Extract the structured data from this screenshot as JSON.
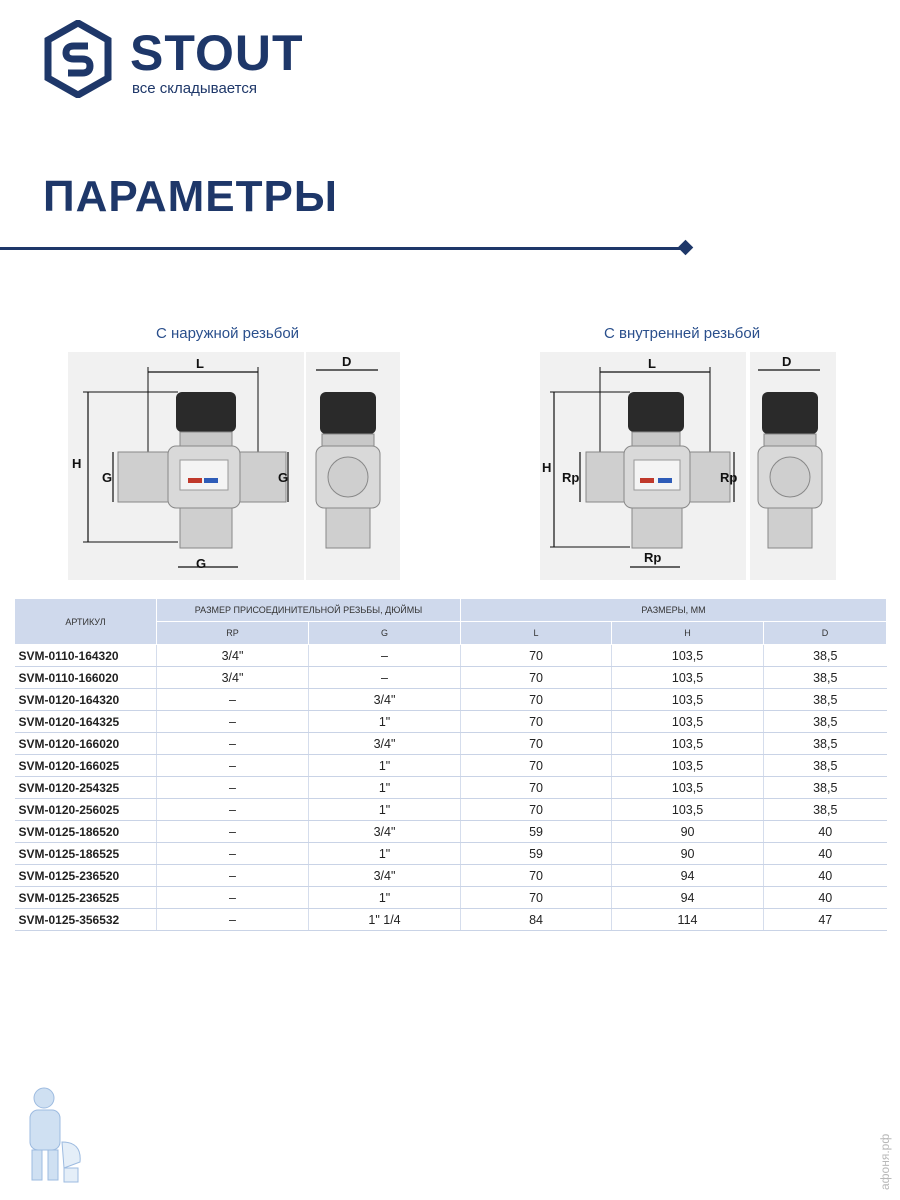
{
  "brand": {
    "name": "STOUT",
    "tagline": "все складывается",
    "color": "#1e3769"
  },
  "page_title": "ПАРАМЕТРЫ",
  "figures": {
    "left_caption": "С наружной резьбой",
    "right_caption": "С внутренней резьбой",
    "dim_labels": {
      "L": "L",
      "D": "D",
      "H": "H",
      "G": "G",
      "Rp": "Rp"
    }
  },
  "table": {
    "header": {
      "article": "АРТИКУЛ",
      "thread_group": "РАЗМЕР ПРИСОЕДИНИТЕЛЬНОЙ РЕЗЬБЫ, ДЮЙМЫ",
      "dims_group": "РАЗМЕРЫ, ММ",
      "rp": "Rp",
      "g": "G",
      "l": "L",
      "h": "H",
      "d": "D"
    },
    "rows": [
      {
        "article": "SVM-0110-164320",
        "rp": "3/4\"",
        "g": "–",
        "l": "70",
        "h": "103,5",
        "d": "38,5"
      },
      {
        "article": "SVM-0110-166020",
        "rp": "3/4\"",
        "g": "–",
        "l": "70",
        "h": "103,5",
        "d": "38,5"
      },
      {
        "article": "SVM-0120-164320",
        "rp": "–",
        "g": "3/4\"",
        "l": "70",
        "h": "103,5",
        "d": "38,5"
      },
      {
        "article": "SVM-0120-164325",
        "rp": "–",
        "g": "1\"",
        "l": "70",
        "h": "103,5",
        "d": "38,5"
      },
      {
        "article": "SVM-0120-166020",
        "rp": "–",
        "g": "3/4\"",
        "l": "70",
        "h": "103,5",
        "d": "38,5"
      },
      {
        "article": "SVM-0120-166025",
        "rp": "–",
        "g": "1\"",
        "l": "70",
        "h": "103,5",
        "d": "38,5"
      },
      {
        "article": "SVM-0120-254325",
        "rp": "–",
        "g": "1\"",
        "l": "70",
        "h": "103,5",
        "d": "38,5"
      },
      {
        "article": "SVM-0120-256025",
        "rp": "–",
        "g": "1\"",
        "l": "70",
        "h": "103,5",
        "d": "38,5"
      },
      {
        "article": "SVM-0125-186520",
        "rp": "–",
        "g": "3/4\"",
        "l": "59",
        "h": "90",
        "d": "40"
      },
      {
        "article": "SVM-0125-186525",
        "rp": "–",
        "g": "1\"",
        "l": "59",
        "h": "90",
        "d": "40"
      },
      {
        "article": "SVM-0125-236520",
        "rp": "–",
        "g": "3/4\"",
        "l": "70",
        "h": "94",
        "d": "40"
      },
      {
        "article": "SVM-0125-236525",
        "rp": "–",
        "g": "1\"",
        "l": "70",
        "h": "94",
        "d": "40"
      },
      {
        "article": "SVM-0125-356532",
        "rp": "–",
        "g": "1\" 1/4",
        "l": "84",
        "h": "114",
        "d": "47"
      }
    ]
  },
  "watermark": "афоня.рф",
  "icons": {
    "logo": "stout-hexagon-logo-icon",
    "mascot": "plumber-mascot-icon"
  }
}
